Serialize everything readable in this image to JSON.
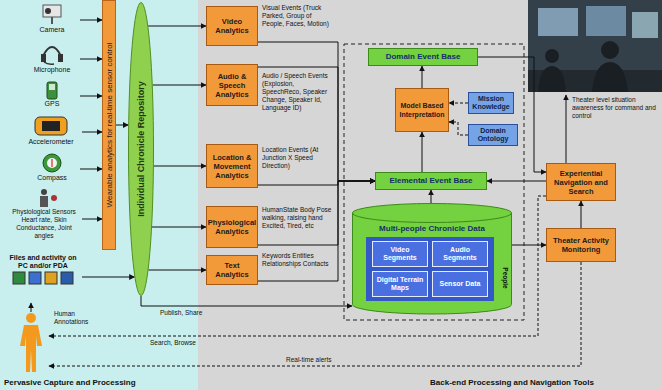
{
  "diagram": {
    "nodes": [
      {
        "text": [
          "Camera"
        ]
      },
      {
        "text": [
          "Microphone"
        ]
      },
      {
        "text": [
          "GPS"
        ]
      },
      {
        "text": [
          "Accelerometer"
        ]
      },
      {
        "text": [
          "Compass"
        ]
      },
      {
        "text": [
          "Physiological Sensors Heart rate, Skin Conductance, Joint angles"
        ]
      },
      {
        "text": [
          "Files and activity on PC and/or PDA"
        ]
      },
      {
        "text": [
          "Wearable analytics for real-time sensor control"
        ]
      },
      {
        "text": [
          "Individual Chronicle Repository"
        ]
      },
      {
        "text": [
          "Video Analytics"
        ]
      },
      {
        "text": [
          "Audio & Speech Analytics"
        ]
      },
      {
        "text": [
          "Location & Movement Analytics"
        ]
      },
      {
        "text": [
          "Physiological Analytics"
        ]
      },
      {
        "text": [
          "Text Analytics"
        ]
      },
      {
        "text": [
          "Domain Event Base"
        ]
      },
      {
        "text": [
          "Model Based Interpretation"
        ]
      },
      {
        "text": [
          "Mission Knowledge"
        ]
      },
      {
        "text": [
          "Domain Ontology"
        ]
      },
      {
        "text": [
          "Elemental Event Base"
        ]
      },
      {
        "text": [
          "Multi-people Chronicle Data"
        ]
      },
      {
        "text": [
          "Video Segments"
        ],
        "in": 19
      },
      {
        "text": [
          "Audio Segments"
        ],
        "in": 19
      },
      {
        "text": [
          "Digital Terrain Maps"
        ],
        "in": 19
      },
      {
        "text": [
          "Sensor Data"
        ],
        "in": 19
      },
      {
        "text": [
          "Experiential Navigation and Search"
        ]
      },
      {
        "text": [
          "Theater Activity Monitoring"
        ]
      }
    ],
    "edges": [
      {
        "from": 0,
        "to": 7,
        "arrow": "to"
      },
      {
        "from": 1,
        "to": 7,
        "arrow": "to"
      },
      {
        "from": 2,
        "to": 7,
        "arrow": "to"
      },
      {
        "from": 3,
        "to": 7,
        "arrow": "to"
      },
      {
        "from": 4,
        "to": 7,
        "arrow": "to"
      },
      {
        "from": 5,
        "to": 7,
        "arrow": "to"
      },
      {
        "from": 6,
        "to": 8,
        "arrow": "to"
      },
      {
        "from": 7,
        "to": 8,
        "arrow": "to"
      },
      {
        "from": 8,
        "to": 9,
        "arrow": "to"
      },
      {
        "from": 8,
        "to": 10,
        "arrow": "to"
      },
      {
        "from": 8,
        "to": 11,
        "arrow": "to"
      },
      {
        "from": 8,
        "to": 12,
        "arrow": "to"
      },
      {
        "from": 8,
        "to": 13,
        "arrow": "to"
      },
      {
        "from": 9,
        "to": 18,
        "arrow": "to"
      },
      {
        "from": 10,
        "to": 18,
        "arrow": "to"
      },
      {
        "from": 11,
        "to": 18,
        "arrow": "to"
      },
      {
        "from": 12,
        "to": 18,
        "arrow": "to"
      },
      {
        "from": 13,
        "to": 18,
        "arrow": "to"
      },
      {
        "from": 19,
        "to": 18,
        "arrow": "to"
      },
      {
        "from": 18,
        "to": 15,
        "arrow": "to"
      },
      {
        "from": 16,
        "to": 15,
        "arrow": "to"
      },
      {
        "from": 17,
        "to": 15,
        "arrow": "to"
      },
      {
        "from": 15,
        "to": 14,
        "arrow": "to"
      },
      {
        "from": 8,
        "to": 19,
        "arrow": "to",
        "label": "Publish, Share"
      },
      {
        "from": 14,
        "to": 24,
        "arrow": "to"
      },
      {
        "from": 24,
        "to": 18,
        "arrow": "to"
      },
      {
        "from": 19,
        "to": 25,
        "arrow": "to"
      },
      {
        "from": 25,
        "to": 24,
        "arrow": "to"
      }
    ],
    "labels": [
      "Visual Events (Truck Parked, Group of People, Faces, Motion)",
      "Audio / Speech Events (Explosion, SpeechReco, Speaker Change, Speaker Id, Language ID)",
      "Location Events (At Junction X Speed Direction)",
      "HumanState Body Pose walking, raising hand Excited, Tired, etc",
      "Keywords Entities Relationships Contacts",
      "People",
      "Theater level situation awareness for command and control",
      "Human Annotations",
      "Search, Browse",
      "Real-time alerts",
      "Pervasive Capture and Processing",
      "Back-end Processing and Navigation Tools"
    ]
  }
}
